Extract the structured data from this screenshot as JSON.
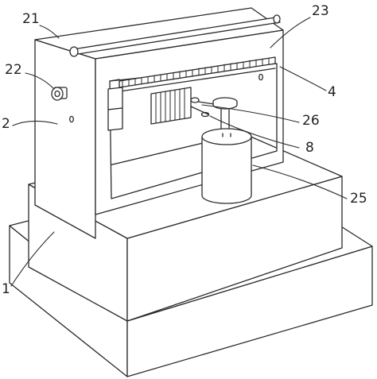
{
  "labels": {
    "l21": "21",
    "l23": "23",
    "l22": "22",
    "l4": "4",
    "l2": "2",
    "l26": "26",
    "l8": "8",
    "l25": "25",
    "l1": "1"
  },
  "colors": {
    "line": "#2a2a2a",
    "fill": "#ffffff",
    "background": "#ffffff"
  }
}
